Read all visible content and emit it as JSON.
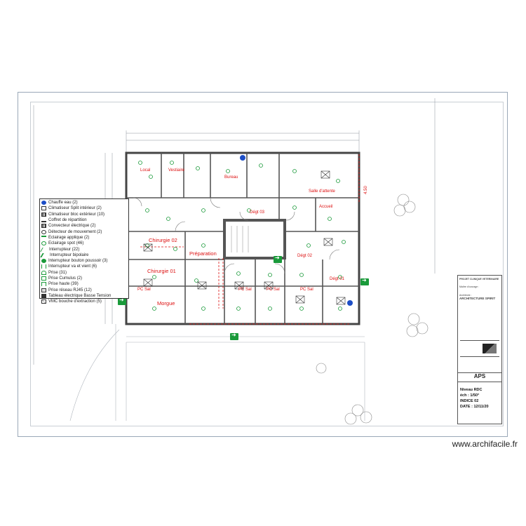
{
  "legend": {
    "items": [
      {
        "label": "Chauffe eau (2)",
        "icon": "water-heater-icon",
        "color": "#1d4ec6"
      },
      {
        "label": "Climatiseur Split intérieur (2)",
        "icon": "indoor-ac-icon",
        "color": "#333333"
      },
      {
        "label": "Climatiseur bloc extérieur (10)",
        "icon": "outdoor-ac-icon",
        "color": "#333333"
      },
      {
        "label": "Coffret de répartition",
        "icon": "distribution-box-icon",
        "color": "#333333"
      },
      {
        "label": "Convecteur électrique (2)",
        "icon": "convector-icon",
        "color": "#333333"
      },
      {
        "label": "Détecteur de mouvement (2)",
        "icon": "motion-detector-icon",
        "color": "#333333"
      },
      {
        "label": "Eclairage applique (2)",
        "icon": "wall-light-icon",
        "color": "#1a9a3a"
      },
      {
        "label": "Eclairage spot (46)",
        "icon": "spotlight-icon",
        "color": "#1a9a3a"
      },
      {
        "label": "Interrupteur (22)",
        "icon": "switch-icon",
        "color": "#1a9a3a"
      },
      {
        "label": "Interrupteur bipolaire",
        "icon": "bipolar-switch-icon",
        "color": "#1a9a3a"
      },
      {
        "label": "Interrupteur bouton poussoir (3)",
        "icon": "push-button-icon",
        "color": "#1a9a3a"
      },
      {
        "label": "Interrupteur va et vient (6)",
        "icon": "two-way-switch-icon",
        "color": "#1a9a3a"
      },
      {
        "label": "Prise (31)",
        "icon": "outlet-icon",
        "color": "#1a9a3a"
      },
      {
        "label": "Prise Cumulus (2)",
        "icon": "cumulus-outlet-icon",
        "color": "#1a9a3a"
      },
      {
        "label": "Prise haute (39)",
        "icon": "high-outlet-icon",
        "color": "#1a9a3a"
      },
      {
        "label": "Prise réseau RJ45 (12)",
        "icon": "rj45-outlet-icon",
        "color": "#333333"
      },
      {
        "label": "Tableau électrique Basse Tension",
        "icon": "electrical-panel-icon",
        "color": "#333333"
      },
      {
        "label": "VMC bouche d'extraction (5)",
        "icon": "vmc-vent-icon",
        "color": "#333333"
      }
    ]
  },
  "rooms": [
    {
      "label": "Chirurgie 02",
      "big": true
    },
    {
      "label": "Chirurgie 01",
      "big": true
    },
    {
      "label": "Préparation",
      "big": true
    },
    {
      "label": "Morgue",
      "big": true
    },
    {
      "label": "PC Sal",
      "big": false
    },
    {
      "label": "PC Sal",
      "big": false
    },
    {
      "label": "PC Sal",
      "big": false
    },
    {
      "label": "PC Sal",
      "big": false
    },
    {
      "label": "Dégt 03",
      "big": false
    },
    {
      "label": "Dégt 02",
      "big": false
    },
    {
      "label": "Dégt 01",
      "big": false
    },
    {
      "label": "Accueil",
      "big": false
    },
    {
      "label": "Salle d'attente",
      "big": false
    },
    {
      "label": "Local",
      "big": false
    },
    {
      "label": "Bureau",
      "big": false
    },
    {
      "label": "Vestiaire",
      "big": false
    }
  ],
  "title_block": {
    "project": "PROJET CLINIQUE VETERINAIRE",
    "owner_label": "Maître d'ouvrage :",
    "architect_label": "Architecte :",
    "architect_name": "ARCHITECTURE SPIRIT",
    "phase": "APS",
    "level": "Niveau RDC",
    "scale": "éch : 1/50°",
    "index": "INDICE 02",
    "date": "DATE : 12/11/20"
  },
  "watermark": "www.archifacile.fr",
  "dimension": "4.50",
  "colors": {
    "wall": "#444444",
    "annotation": "#d11111",
    "device": "#1a9a3a",
    "blue": "#1d4ec6"
  }
}
